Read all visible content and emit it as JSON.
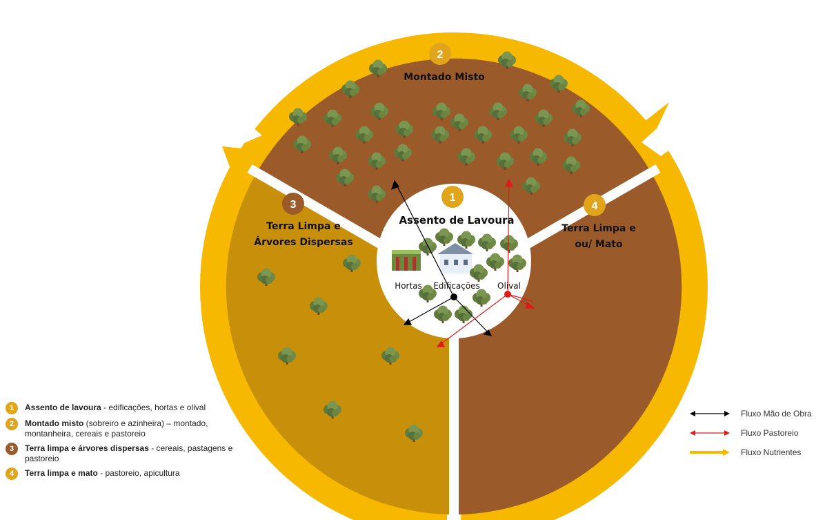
{
  "zones": [
    {
      "number": "1",
      "title_lines": [
        "Assento de Lavoura"
      ]
    },
    {
      "number": "2",
      "title_lines": [
        "Montado Misto"
      ]
    },
    {
      "number": "3",
      "title_lines": [
        "Terra Limpa e",
        "Árvores Dispersas"
      ]
    },
    {
      "number": "4",
      "title_lines": [
        "Terra Limpa e",
        "ou/ Mato"
      ]
    }
  ],
  "center_labels": {
    "hortas": "Hortas",
    "edificacoes": "Edificações",
    "olival": "Olival"
  },
  "legend": [
    {
      "number": "1",
      "bold": "Assento de lavoura",
      "rest": " - edificações, hortas e olival",
      "color": "#E0A51B"
    },
    {
      "number": "2",
      "bold": "Montado misto",
      "rest": " (sobreiro e azinheira) – montado, montanheira, cereais e pastoreio",
      "color": "#E0A51B"
    },
    {
      "number": "3",
      "bold": "Terra limpa e árvores dispersas",
      "rest": " - cereais, pastagens e pastoreio",
      "color": "#9A5A2A"
    },
    {
      "number": "4",
      "bold": "Terra limpa e mato",
      "rest": " - pastoreio, apicultura",
      "color": "#E0A51B"
    }
  ],
  "flows": [
    {
      "label": "Fluxo Mão de Obra",
      "color": "#000000"
    },
    {
      "label": "Fluxo Pastoreio",
      "color": "#E01B1B"
    },
    {
      "label": "Fluxo Nutrientes",
      "color": "#F6B800"
    }
  ],
  "colors": {
    "ring": "#F6B800",
    "zone2": "#9A5A2A",
    "zone3": "#C8900A",
    "zone4": "#9A5A2A",
    "badge_gold": "#E0A51B",
    "badge_brown": "#9A5A2A"
  }
}
